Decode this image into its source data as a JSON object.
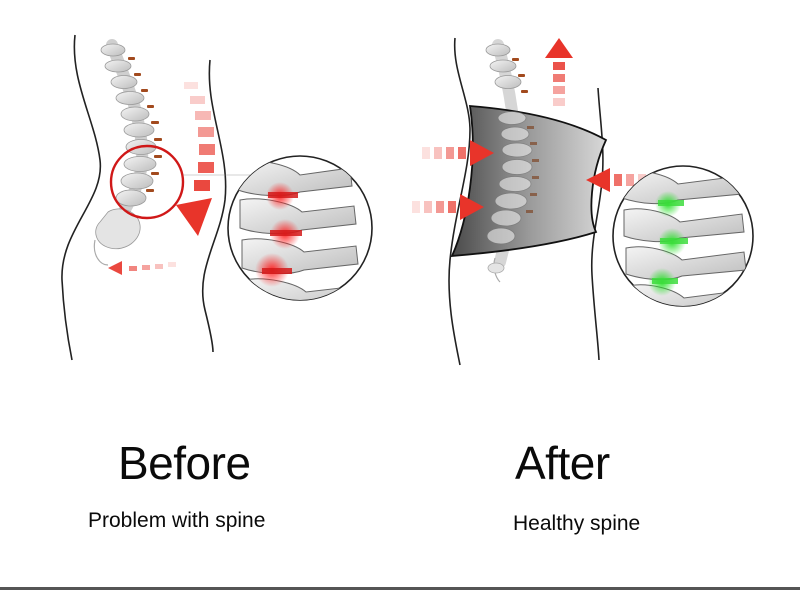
{
  "before": {
    "title": "Before",
    "subtitle": "Problem with spine",
    "highlight_color": "#e02020"
  },
  "after": {
    "title": "After",
    "subtitle": "Healthy spine",
    "highlight_color": "#3ddc3d",
    "belt_color": "#7a7a7a"
  },
  "arrow_color": "#e8342a"
}
